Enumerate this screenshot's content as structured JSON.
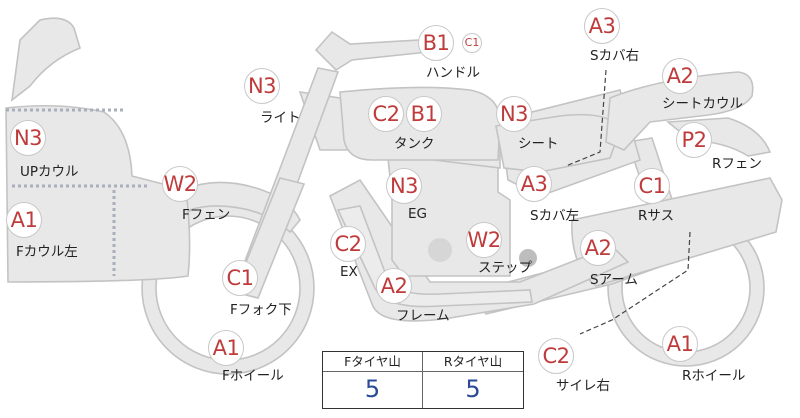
{
  "parts": {
    "handle": {
      "codes": [
        "B1",
        "C1"
      ],
      "label": "ハンドル"
    },
    "light": {
      "codes": [
        "N3"
      ],
      "label": "ライト"
    },
    "tank": {
      "codes": [
        "C2",
        "B1"
      ],
      "label": "タンク"
    },
    "seat": {
      "codes": [
        "N3"
      ],
      "label": "シート"
    },
    "side_cover_right": {
      "codes": [
        "A3"
      ],
      "label": "Sカバ右"
    },
    "seat_cowl": {
      "codes": [
        "A2"
      ],
      "label": "シートカウル"
    },
    "rear_fender": {
      "codes": [
        "P2"
      ],
      "label": "Rフェン"
    },
    "upper_cowl": {
      "codes": [
        "N3"
      ],
      "label": "UPカウル"
    },
    "front_fender": {
      "codes": [
        "W2"
      ],
      "label": "Fフェン"
    },
    "engine": {
      "codes": [
        "N3"
      ],
      "label": "EG"
    },
    "side_cover_left": {
      "codes": [
        "A3"
      ],
      "label": "Sカバ左"
    },
    "rear_suspension": {
      "codes": [
        "C1"
      ],
      "label": "Rサス"
    },
    "front_cowl_left": {
      "codes": [
        "A1"
      ],
      "label": "Fカウル左"
    },
    "exhaust": {
      "codes": [
        "C2"
      ],
      "label": "EX"
    },
    "step": {
      "codes": [
        "W2"
      ],
      "label": "ステップ"
    },
    "swing_arm": {
      "codes": [
        "A2"
      ],
      "label": "Sアーム"
    },
    "front_fork_lower": {
      "codes": [
        "C1"
      ],
      "label": "Fフォク下"
    },
    "frame": {
      "codes": [
        "A2"
      ],
      "label": "フレーム"
    },
    "front_wheel": {
      "codes": [
        "A1"
      ],
      "label": "Fホイール"
    },
    "silencer_right": {
      "codes": [
        "C2"
      ],
      "label": "サイレ右"
    },
    "rear_wheel": {
      "codes": [
        "A1"
      ],
      "label": "Rホイール"
    }
  },
  "tire_tread": {
    "front_header": "Fタイヤ山",
    "rear_header": "Rタイヤ山",
    "front_value": "5",
    "rear_value": "5"
  }
}
